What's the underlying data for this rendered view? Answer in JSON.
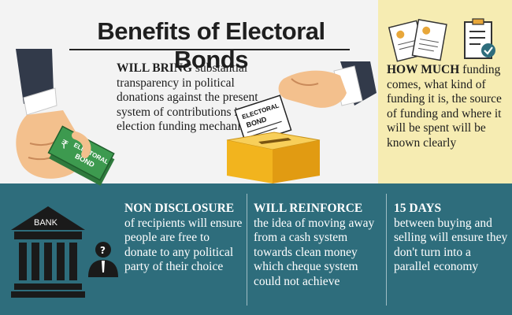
{
  "title": "Benefits of Electoral Bonds",
  "transparency": {
    "lead": "WILL BRING",
    "body": "substantial transparency in political donations against the present system of contributions in the election funding mechanism"
  },
  "funding": {
    "lead": "HOW MUCH",
    "body": "funding comes, what kind of funding it is, the source of funding and where it will be spent will be known clearly"
  },
  "non_disclosure": {
    "lead": "NON DISCLOSURE",
    "body": "of recipients will ensure people are free to donate to any political party of their choice"
  },
  "reinforce": {
    "lead": "WILL REINFORCE",
    "body": "the idea of moving away from a cash system towards clean money which cheque system could not achieve"
  },
  "days": {
    "lead": "15 DAYS",
    "body": "between buying and selling will ensure they don't turn into a parallel economy"
  },
  "illustration_labels": {
    "bank": "BANK",
    "bond_card": "ELECTORAL BOND",
    "bond_card_line1": "ELECTORAL",
    "bond_card_line2": "BOND",
    "cash_line1": "ELECTORAL",
    "cash_line2": "BOND",
    "currency_symbol": "₹"
  },
  "colors": {
    "bottom_panel": "#2e6d7c",
    "yellow_panel": "#f6ecb2",
    "ballot_box": "#f2b41e",
    "cash": "#3d9a4f"
  },
  "icons": [
    "hand-with-cash-icon",
    "hand-with-bond-icon",
    "ballot-box-icon",
    "certificates-icon",
    "checklist-icon",
    "bank-icon",
    "anonymous-person-icon"
  ]
}
